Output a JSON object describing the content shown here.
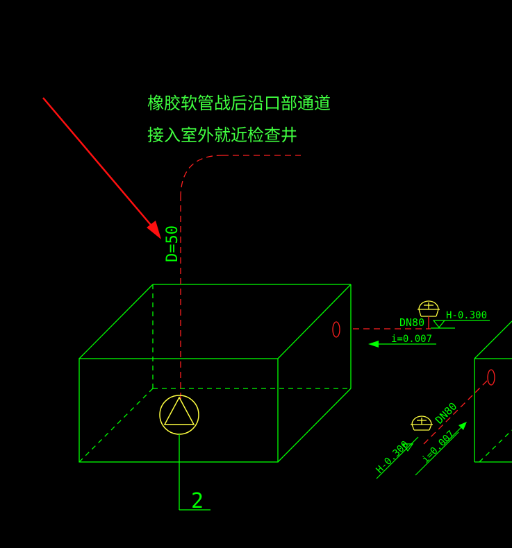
{
  "colors": {
    "background": "#000000",
    "box_lines": "#00ff00",
    "pipe_red": "#ff2020",
    "arrow_red": "#ff1010",
    "pump_yellow": "#ffff40",
    "text_green": "#40ff40"
  },
  "note": {
    "line1": "橡胶软管战后沿口部通道",
    "line2": "接入室外就近检查井"
  },
  "labels": {
    "pipe_diameter": "D=50",
    "inlet_dn": "DN80",
    "inlet_elevation": "H-0.300",
    "inlet_slope": "i=0.007",
    "right_dn": "DN80",
    "right_elevation": "H-0.300",
    "right_slope": "i=0.007",
    "pump_number": "2"
  },
  "icons": {
    "pump": "pump-circle-triangle-icon",
    "pointer": "red-arrow-icon",
    "flow_arrow": "flow-direction-arrow-icon",
    "cleanout": "cleanout-cap-icon"
  }
}
